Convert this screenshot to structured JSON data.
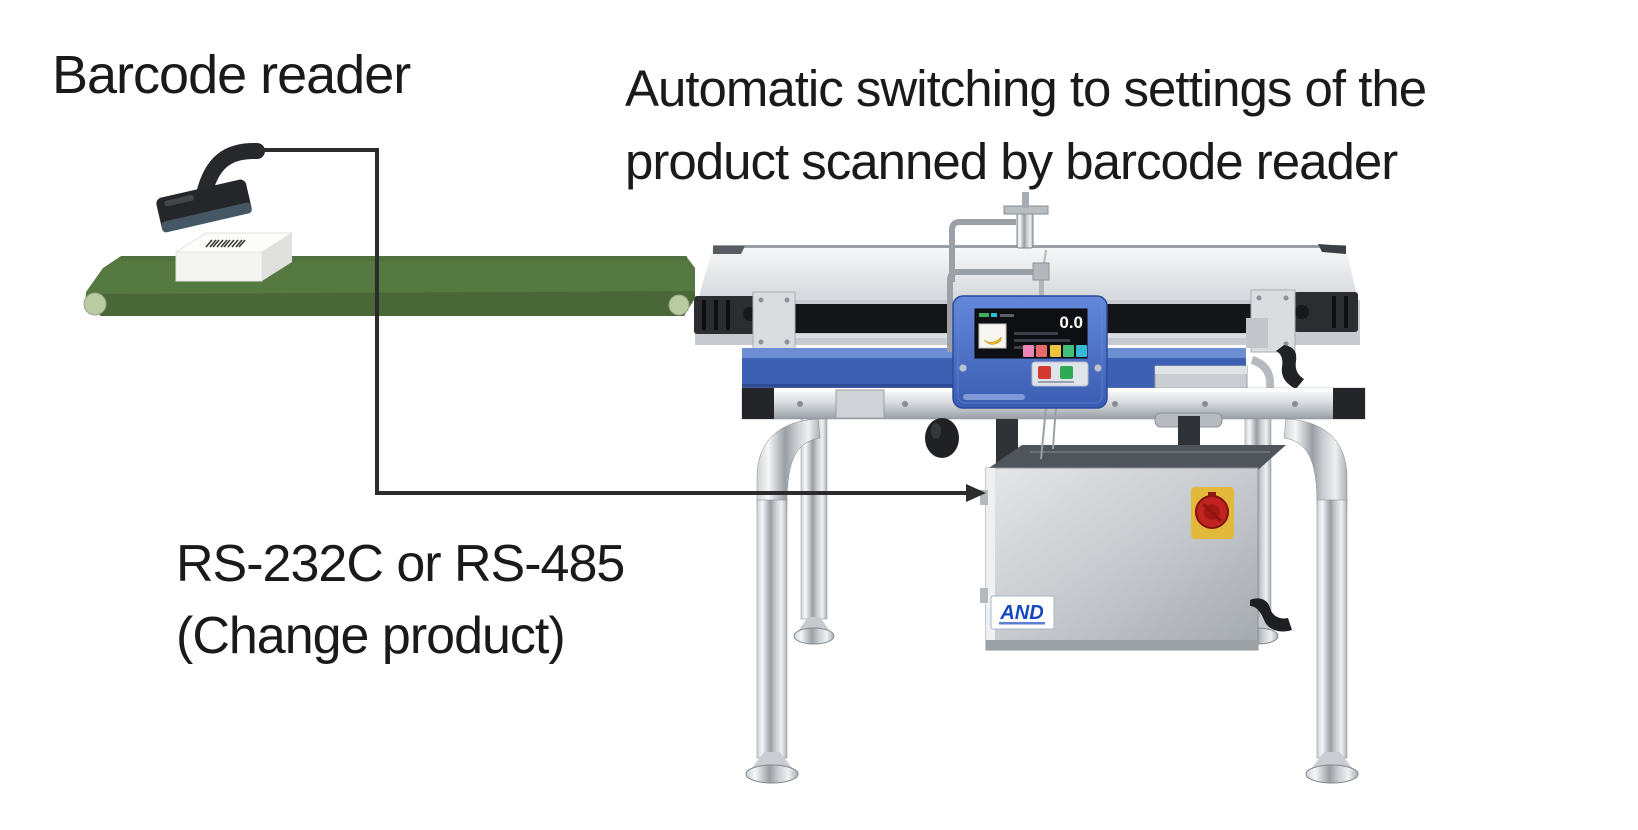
{
  "labels": {
    "barcode_reader": "Barcode reader",
    "auto_switch_line1": "Automatic switching to settings of the",
    "auto_switch_line2": "product scanned by barcode reader",
    "interface_line1": "RS-232C or RS-485",
    "interface_line2": "(Change product)"
  },
  "machine": {
    "display_value": "0.0",
    "brand_logo": "AND"
  },
  "colors": {
    "text": "#1a1a1a",
    "belt_green": "#567841",
    "belt_green_dark": "#4a6837",
    "roller_green": "#b9cba3",
    "panel_blue": "#4a70c4",
    "estop_red": "#c32320",
    "estop_plate_yellow": "#e3b93c",
    "logo_blue": "#1747c0",
    "connector_line": "#2c2c2c"
  }
}
